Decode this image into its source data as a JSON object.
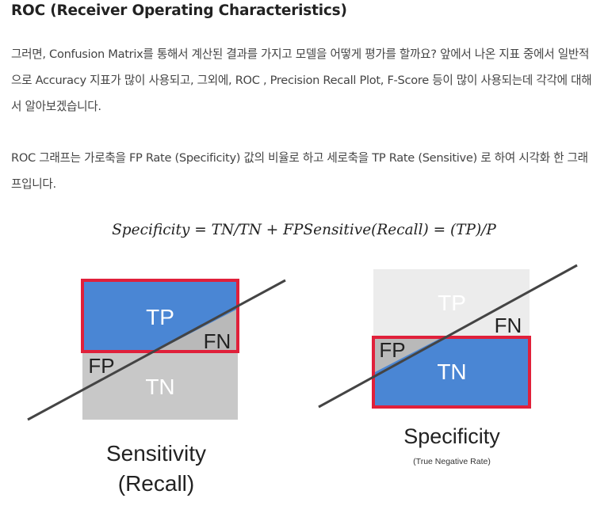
{
  "heading": "ROC (Receiver Operating Characteristics)",
  "paragraph1": "그러면, Confusion Matrix를 통해서 계산된 결과를 가지고 모델을 어떻게 평가를 할까요? 앞에서 나온 지표 중에서 일반적으로 Accuracy 지표가 많이 사용되고, 그외에, ROC , Precision Recall Plot, F-Score 등이 많이 사용되는데 각각에 대해서 알아보겠습니다.",
  "paragraph2": "ROC 그래프는 가로축을 FP Rate (Specificity) 값의 비율로 하고 세로축을 TP Rate (Sensitive) 로 하여 시각화 한 그래프입니다.",
  "formula": "Specificity = TN/TN + FPSensitive(Recall) = (TP)/P",
  "figure": {
    "left": {
      "tp": "TP",
      "fn": "FN",
      "fp": "FP",
      "tn": "TN",
      "caption_line1": "Sensitivity",
      "caption_line2": "(Recall)"
    },
    "right": {
      "tp": "TP",
      "fn": "FN",
      "fp": "FP",
      "tn": "TN",
      "caption": "Specificity",
      "subcaption": "(True Negative Rate)"
    },
    "colors": {
      "blue": "#4a86d4",
      "red": "#e0203a",
      "gray": "#c8c8c8",
      "lightgray": "#ececec",
      "line": "#444444"
    }
  }
}
